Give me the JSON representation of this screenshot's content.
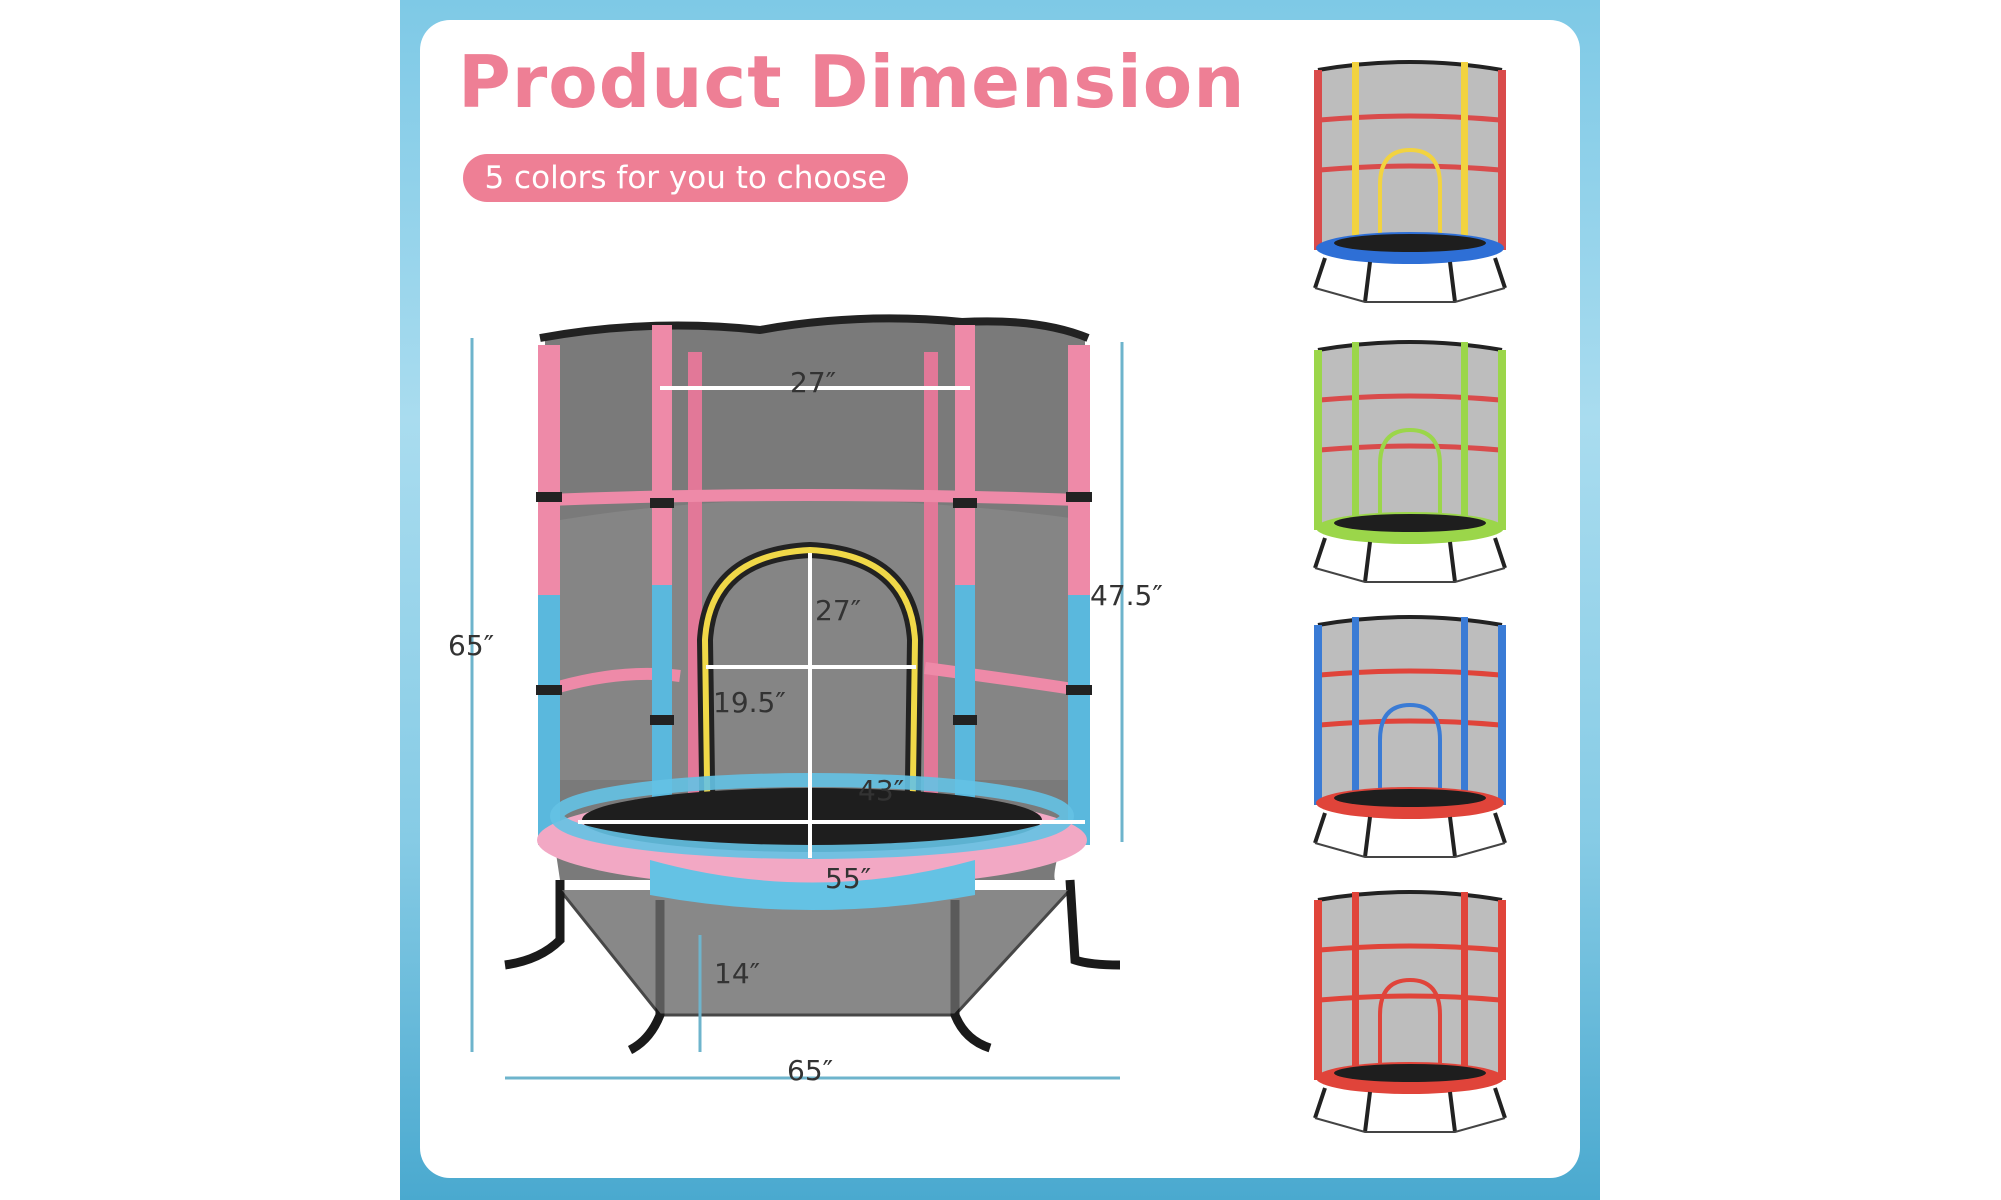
{
  "title": "Product Dimension",
  "subtitle": "5 colors for you to choose",
  "dimensions": {
    "overall_height": "65″",
    "enclosure_height": "47.5″",
    "top_width": "27″",
    "door_height": "27″",
    "door_width": "19.5″",
    "jump_mat": "43″",
    "frame_diameter": "55″",
    "leg_height": "14″",
    "base_width": "65″"
  },
  "main_colors": {
    "pole_top": "#ee8aa8",
    "pole_bottom": "#5ab8dd",
    "pad_pink": "#f2a8c4",
    "pad_blue": "#64c2e4",
    "door": "#f0d848",
    "arrow": "#6eb4cc"
  },
  "variants": [
    {
      "poles": "#d94b4b",
      "accent": "#f2d340",
      "pad": "#2e6fd6",
      "rails": "#d94b4b"
    },
    {
      "poles": "#9bd64a",
      "accent": "#9bd64a",
      "pad": "#9bd64a",
      "rails": "#d94b4b"
    },
    {
      "poles": "#3a7bd5",
      "accent": "#3a7bd5",
      "pad": "#e0443a",
      "rails": "#e0443a"
    },
    {
      "poles": "#e0443a",
      "accent": "#e0443a",
      "pad": "#e0443a",
      "rails": "#e0443a"
    }
  ]
}
